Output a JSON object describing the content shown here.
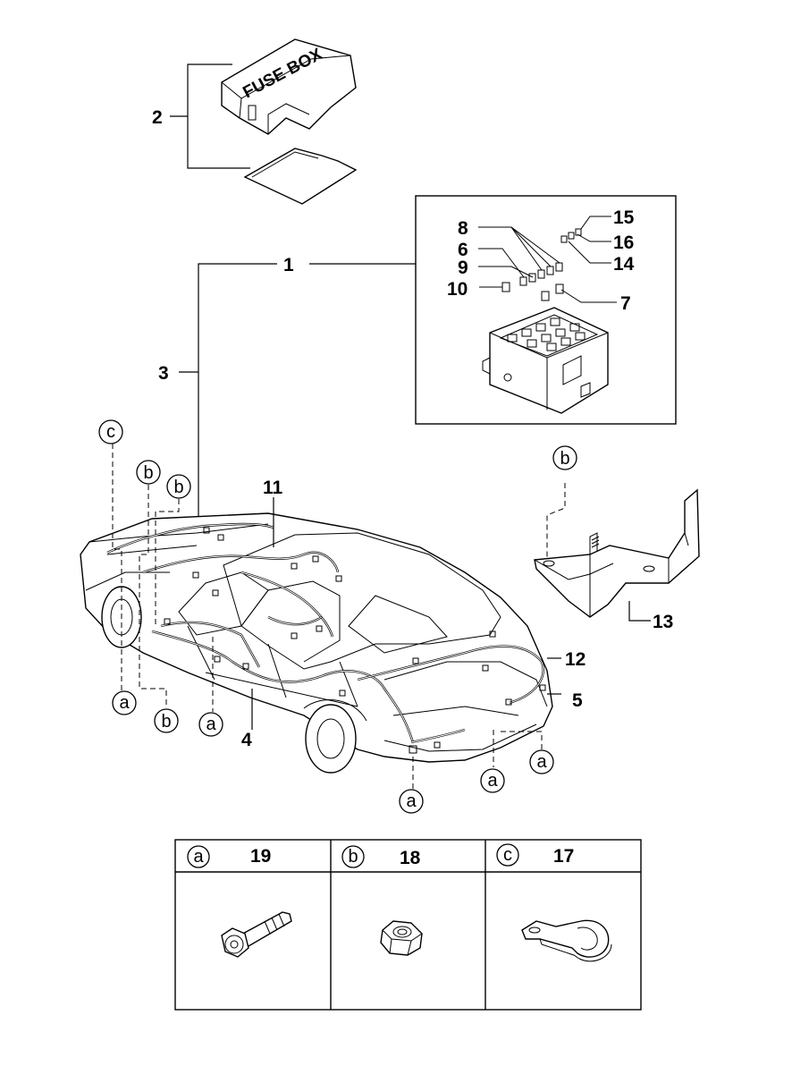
{
  "fuse_box_cover_text": "FUSE BOX",
  "callouts": {
    "c1": "1",
    "c2": "2",
    "c3": "3",
    "c4": "4",
    "c5": "5",
    "c6": "6",
    "c7": "7",
    "c8": "8",
    "c9": "9",
    "c10": "10",
    "c11": "11",
    "c12": "12",
    "c13": "13",
    "c14": "14",
    "c15": "15",
    "c16": "16"
  },
  "letter_markers": {
    "a": "a",
    "b": "b",
    "c": "c"
  },
  "fastener_table": [
    {
      "letter": "a",
      "number": "19",
      "part": "bolt-icon"
    },
    {
      "letter": "b",
      "number": "18",
      "part": "nut-icon"
    },
    {
      "letter": "c",
      "number": "17",
      "part": "clip-icon"
    }
  ]
}
